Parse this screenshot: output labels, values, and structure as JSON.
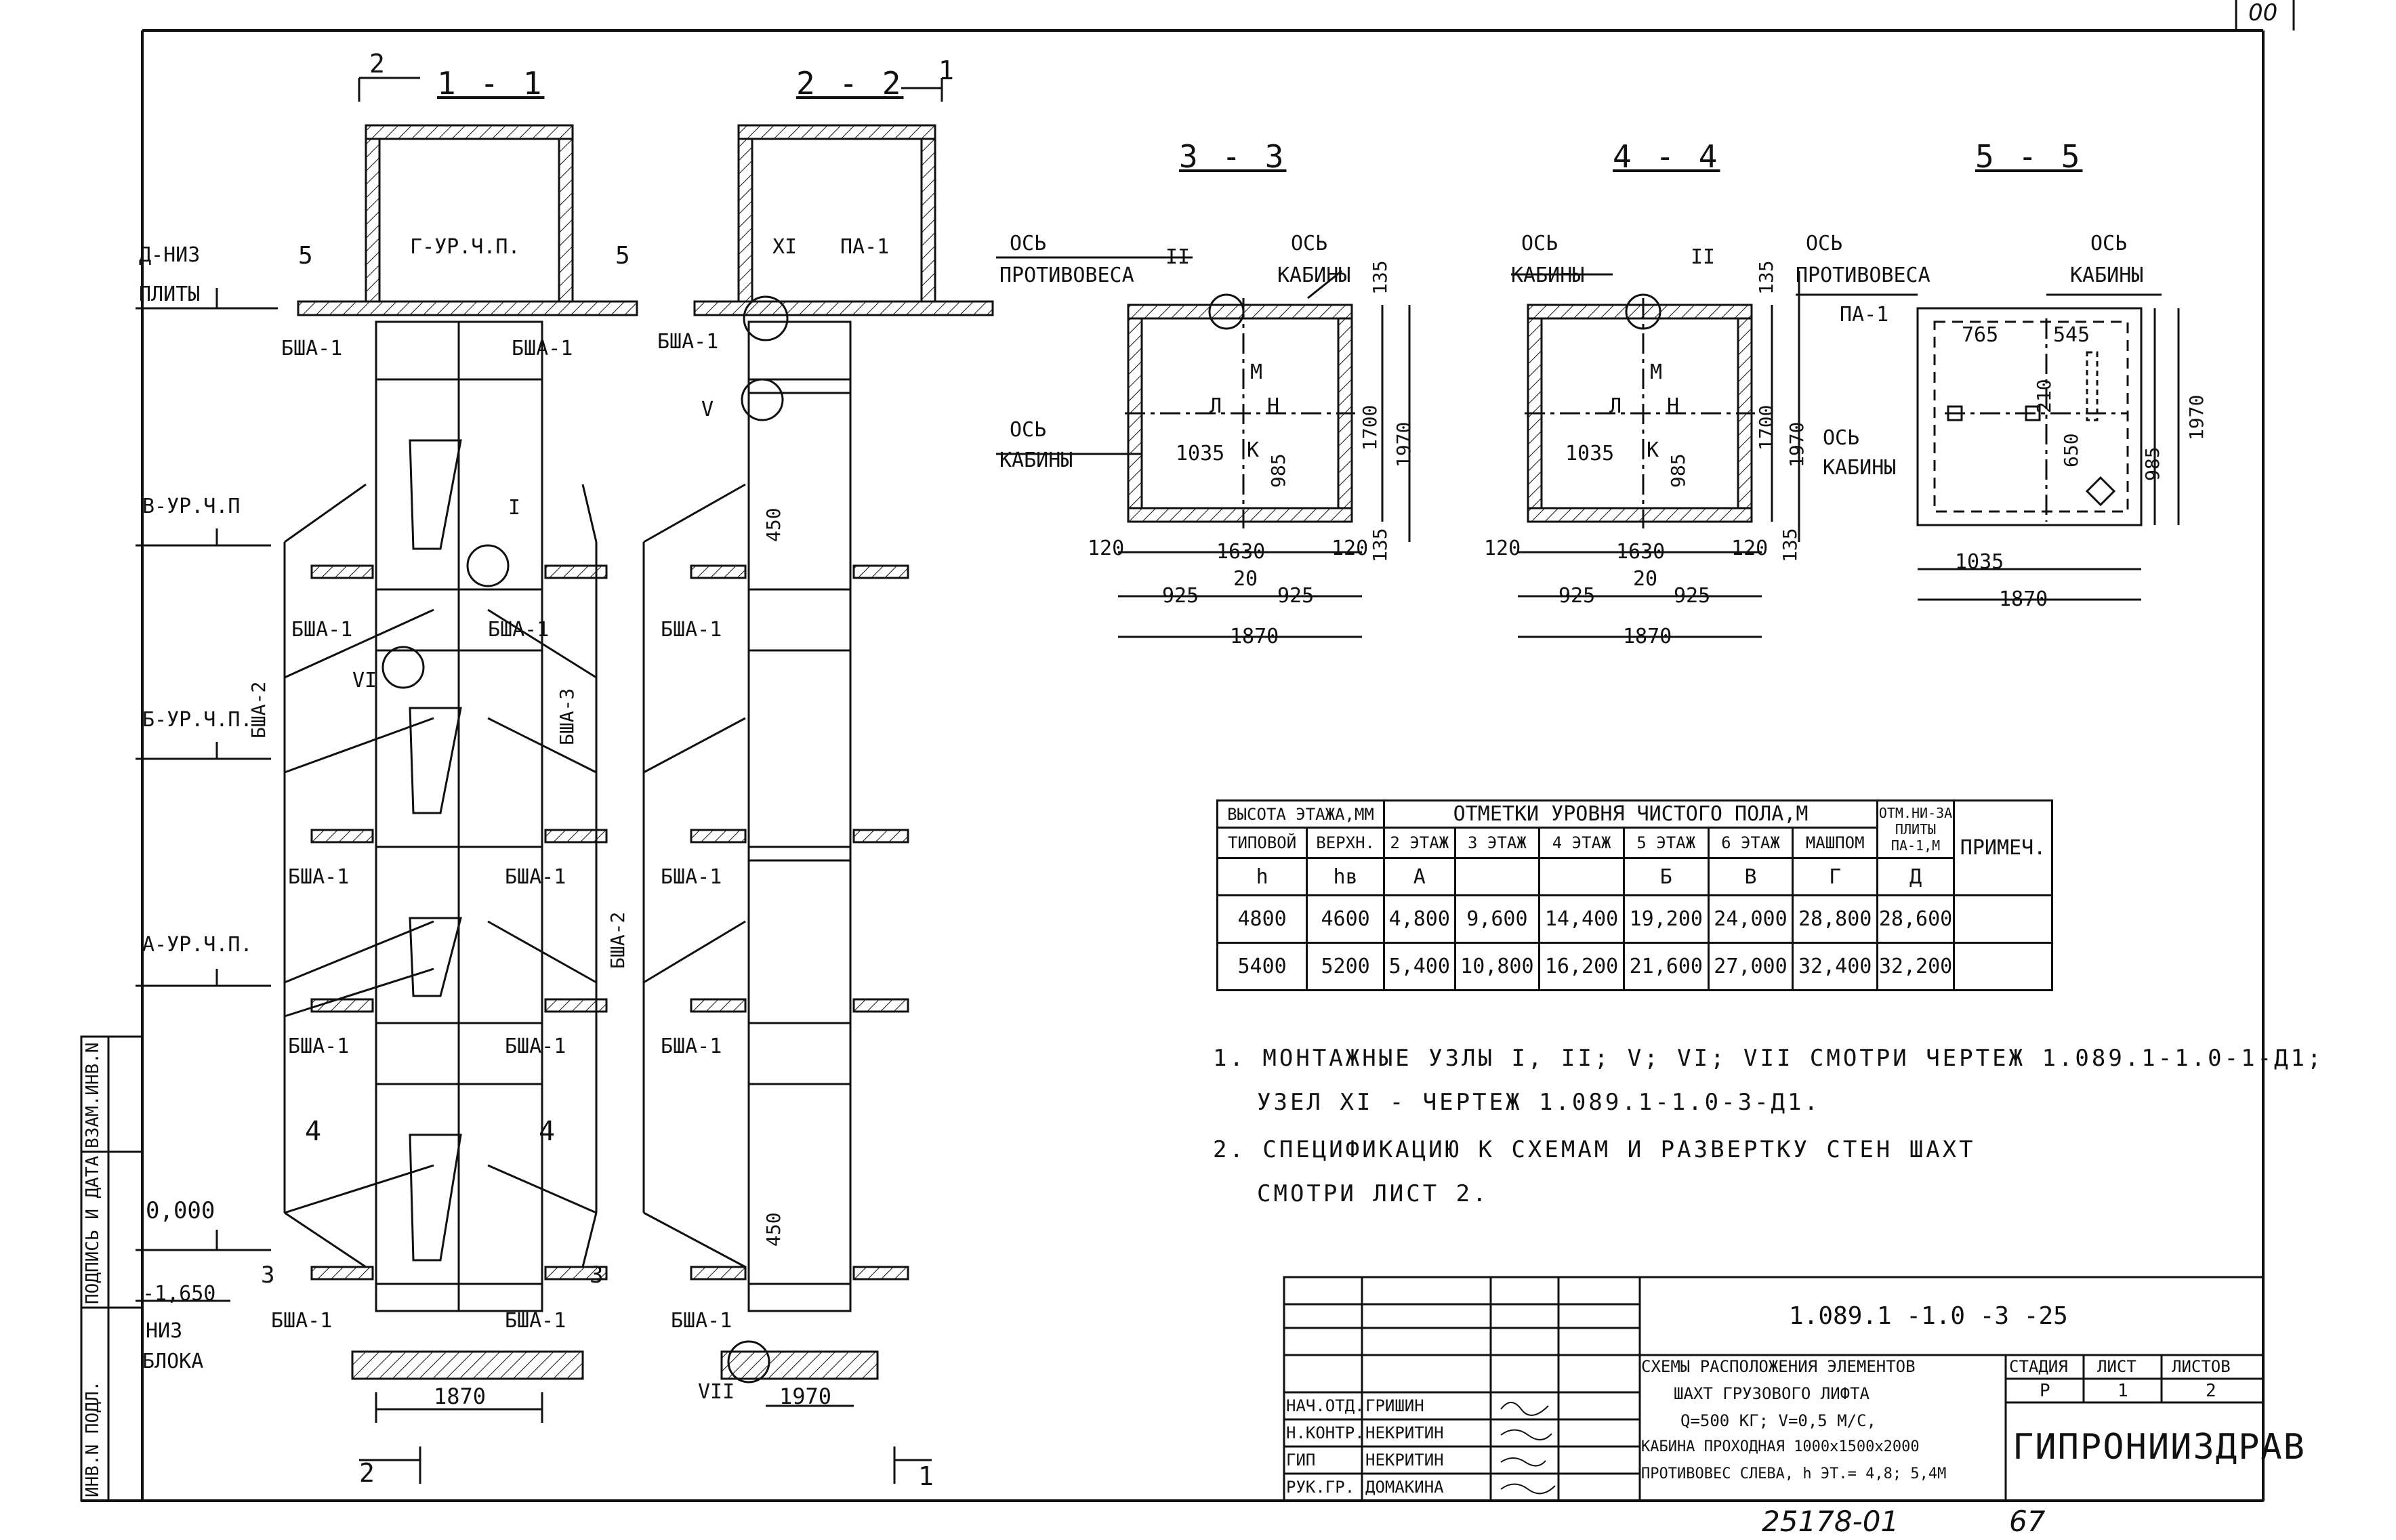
{
  "sheet_number": "00",
  "sections": {
    "s1": "1 - 1",
    "s2": "2 - 2",
    "s3": "3 - 3",
    "s4": "4 - 4",
    "s5": "5 - 5",
    "cut1": "1",
    "cut2": "2",
    "cut3": "3",
    "cut4": "4",
    "cut5": "5"
  },
  "levels": {
    "d_low": "Д-НИЗ",
    "plate": "ПЛИТЫ",
    "g": "Г-УР.Ч.П.",
    "v": "В-УР.Ч.П",
    "b": "Б-УР.Ч.П.",
    "a": "А-УР.Ч.П.",
    "zero": "0,000",
    "minus": "-1,650",
    "low": "НИЗ",
    "block": "БЛОКА"
  },
  "marks": {
    "bsha1": "БША-1",
    "bsha2": "БША-2",
    "bsha3": "БША-3",
    "pa1": "ПА-1",
    "n1": "I",
    "n2": "II",
    "n5": "V",
    "n6": "VI",
    "n7": "VII",
    "n11": "XI"
  },
  "axes": {
    "axis": "ОСЬ",
    "cw": "ПРОТИВОВЕСА",
    "cab": "КАБИНЫ",
    "L": "Л",
    "M": "М",
    "N": "Н",
    "K": "К"
  },
  "dims": {
    "d1870": "1870",
    "d1970": "1970",
    "d1700": "1700",
    "d1630": "1630",
    "d1035": "1035",
    "d985": "985",
    "d925": "925",
    "d20": "20",
    "d120": "120",
    "d135": "135",
    "d450": "450",
    "d765": "765",
    "d545": "545",
    "d650": "650",
    "d210": "210",
    "d450b": "450"
  },
  "table": {
    "header_height": "ВЫСОТА ЭТАЖА,ММ",
    "header_marks": "ОТМЕТКИ УРОВНЯ ЧИСТОГО ПОЛА,М",
    "header_pa": "ОТМ.НИ-ЗА ПЛИТЫ ПА-1,М",
    "header_note": "ПРИМЕЧ.",
    "sub": [
      "ТИПОВОЙ",
      "ВЕРХН.",
      "2 ЭТАЖ",
      "3 ЭТАЖ",
      "4 ЭТАЖ",
      "5 ЭТАЖ",
      "6 ЭТАЖ",
      "МАШПОМ"
    ],
    "letters": [
      "h",
      "hв",
      "А",
      "",
      "",
      "Б",
      "В",
      "Г",
      "Д"
    ],
    "rows": [
      [
        "4800",
        "4600",
        "4,800",
        "9,600",
        "14,400",
        "19,200",
        "24,000",
        "28,800",
        "28,600",
        ""
      ],
      [
        "5400",
        "5200",
        "5,400",
        "10,800",
        "16,200",
        "21,600",
        "27,000",
        "32,400",
        "32,200",
        ""
      ]
    ]
  },
  "notes": {
    "n1a": "1.  МОНТАЖНЫЕ УЗЛЫ I, II; V; VI; VII  СМОТРИ ЧЕРТЕЖ 1.089.1-1.0-1-Д1;",
    "n1b": "УЗЕЛ XI - ЧЕРТЕЖ  1.089.1-1.0-3-Д1.",
    "n2a": "2.  СПЕЦИФИКАЦИЮ К СХЕМАМ И РАЗВЕРТКУ СТЕН ШАХТ",
    "n2b": "СМОТРИ ЛИСТ 2."
  },
  "title_block": {
    "code": "1.089.1 -1.0 -3 -25",
    "title": [
      "СХЕМЫ РАСПОЛОЖЕНИЯ ЭЛЕМЕНТОВ",
      "ШАХТ ГРУЗОВОГО ЛИФТА",
      "Q=500 КГ; V=0,5 М/С,",
      "КАБИНА ПРОХОДНАЯ 1000х1500х2000",
      "ПРОТИВОВЕС СЛЕВА, h ЭТ.= 4,8; 5,4М"
    ],
    "roles": [
      "НАЧ.ОТД.",
      "Н.КОНТР.",
      "ГИП",
      "РУК.ГР."
    ],
    "names": [
      "ГРИШИН",
      "НЕКРИТИН",
      "НЕКРИТИН",
      "ДОМАКИНА"
    ],
    "stage_label": "СТАДИЯ",
    "sheet_label": "ЛИСТ",
    "sheets_label": "ЛИСТОВ",
    "stage": "Р",
    "sheet": "1",
    "sheets": "2",
    "org": "ГИПРОНИИЗДРАВ"
  },
  "stamps": {
    "inv": "ИНВ.N ПОДЛ.",
    "sign": "ПОДПИСЬ И ДАТА",
    "vzam": "ВЗАМ.ИНВ.N"
  },
  "footer": {
    "doc": "25178-01",
    "page": "67"
  }
}
